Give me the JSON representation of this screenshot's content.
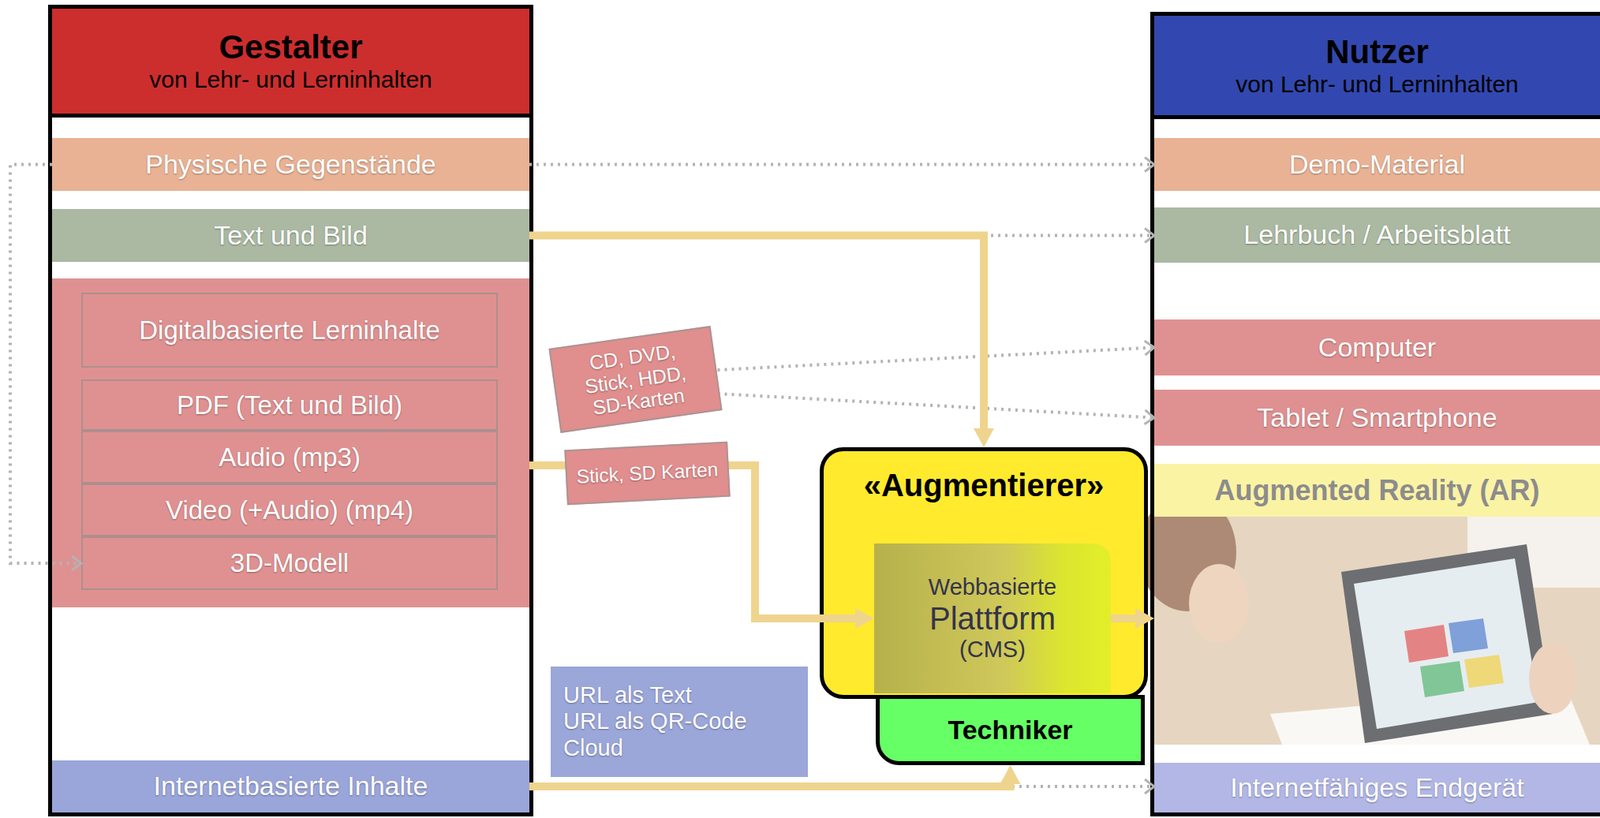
{
  "diagram": {
    "nodes": [
      {
        "text": [
          "Gestalter",
          "von Lehr- und Lerninhalten"
        ]
      },
      {
        "text": [
          "Physische Gegenstände"
        ],
        "in": 0
      },
      {
        "text": [
          "Text und Bild"
        ],
        "in": 0
      },
      {
        "text": [
          "Digitalbasierte Lerninhalte"
        ],
        "in": 0
      },
      {
        "text": [
          "PDF (Text und Bild)"
        ],
        "in": 3
      },
      {
        "text": [
          "Audio (mp3)"
        ],
        "in": 3
      },
      {
        "text": [
          "Video (+Audio) (mp4)"
        ],
        "in": 3
      },
      {
        "text": [
          "3D-Modell"
        ],
        "in": 3
      },
      {
        "text": [
          "Internetbasierte Inhalte"
        ],
        "in": 0
      },
      {
        "text": [
          "CD, DVD, Stick, HDD, SD-Karten"
        ]
      },
      {
        "text": [
          "Stick, SD Karten"
        ]
      },
      {
        "text": [
          "URL als Text",
          "URL als QR-Code",
          "Cloud"
        ]
      },
      {
        "text": [
          "«Augmentierer»"
        ]
      },
      {
        "text": [
          "Webbasierte",
          "Plattform",
          "(CMS)"
        ],
        "in": 12
      },
      {
        "text": [
          "Techniker"
        ]
      },
      {
        "text": [
          "Nutzer",
          "von Lehr- und Lerninhalten"
        ]
      },
      {
        "text": [
          "Demo-Material"
        ],
        "in": 15
      },
      {
        "text": [
          "Lehrbuch / Arbeitsblatt"
        ],
        "in": 15
      },
      {
        "text": [
          "Computer"
        ],
        "in": 15
      },
      {
        "text": [
          "Tablet / Smartphone"
        ],
        "in": 15
      },
      {
        "text": [
          "Augmented Reality (AR)"
        ],
        "in": 15
      },
      {
        "text": [
          "Internetfähiges Endgerät"
        ],
        "in": 15
      }
    ],
    "edges": [
      {
        "from": 1,
        "to": 16,
        "arrow": "to"
      },
      {
        "from": 1,
        "to": 7,
        "arrow": "to"
      },
      {
        "from": 2,
        "to": 17,
        "arrow": "to"
      },
      {
        "from": 2,
        "to": 12,
        "arrow": "to"
      },
      {
        "from": 3,
        "to": 13,
        "arrow": "to"
      },
      {
        "from": 9,
        "to": 18,
        "arrow": "to"
      },
      {
        "from": 9,
        "to": 19,
        "arrow": "to"
      },
      {
        "from": 8,
        "to": 14,
        "arrow": "to"
      },
      {
        "from": 8,
        "to": 21,
        "arrow": "to"
      },
      {
        "from": 13,
        "to": 20,
        "arrow": "to"
      }
    ]
  }
}
